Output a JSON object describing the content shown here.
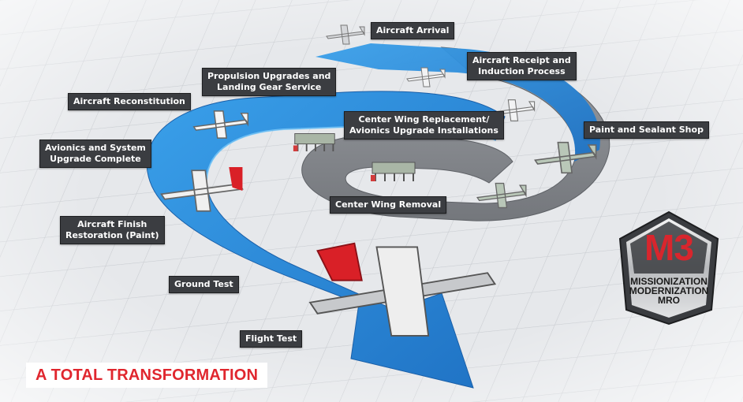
{
  "title": "A TOTAL TRANSFORMATION",
  "colors": {
    "accent_red": "#e0262e",
    "flow_blue": "#2f8ad8",
    "track_gray": "#8a8d92",
    "label_bg": "#3b3d41"
  },
  "steps": [
    {
      "label": "Aircraft Arrival"
    },
    {
      "label": "Aircraft Receipt and\nInduction Process"
    },
    {
      "label": "Paint and Sealant Shop"
    },
    {
      "label": "Center Wing Removal"
    },
    {
      "label": "Center Wing Replacement/\nAvionics Upgrade Installations"
    },
    {
      "label": "Propulsion Upgrades and\nLanding Gear Service"
    },
    {
      "label": "Aircraft Reconstitution"
    },
    {
      "label": "Avionics and System\nUpgrade Complete"
    },
    {
      "label": "Aircraft Finish\nRestoration (Paint)"
    },
    {
      "label": "Ground Test"
    },
    {
      "label": "Flight Test"
    }
  ],
  "badge": {
    "mark": "M3",
    "line1": "MISSIONIZATION",
    "line2": "MODERNIZATION",
    "line3": "MRO"
  },
  "icons": [
    "cargo-aircraft-icon",
    "wing-fixture-icon",
    "m3-badge-icon"
  ]
}
